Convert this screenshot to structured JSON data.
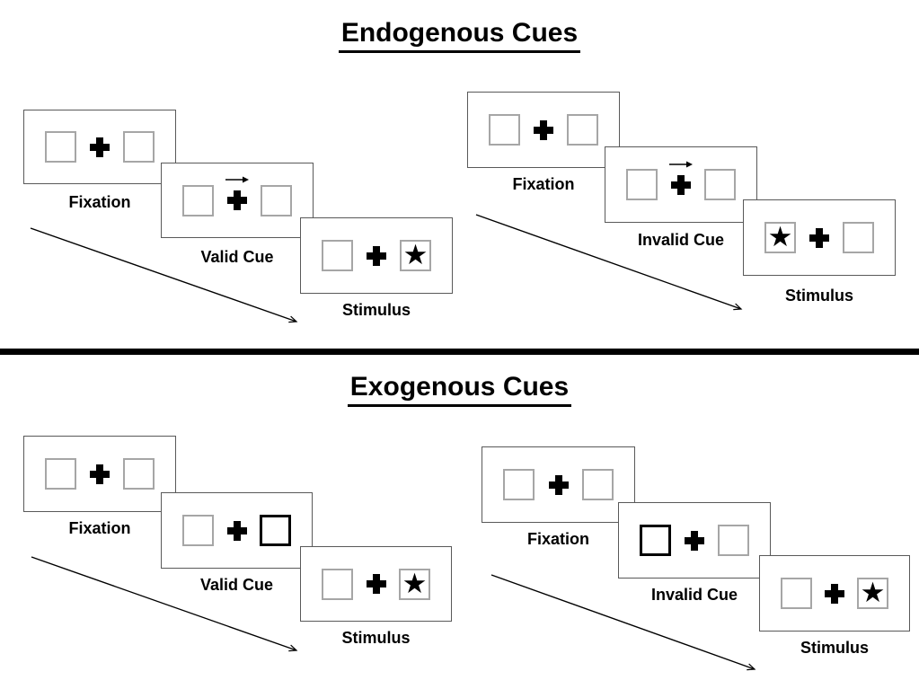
{
  "glyphs": {
    "star": "★"
  },
  "colors": {
    "ink": "#000000",
    "panel_border": "#595959",
    "box_border": "#a6a6a6",
    "background": "#ffffff"
  },
  "sections": [
    {
      "title": "Endogenous Cues",
      "groups": [
        {
          "name": "valid",
          "panels": [
            {
              "label": "Fixation",
              "left_box": "empty",
              "center": "plus",
              "right_box": "empty"
            },
            {
              "label": "Valid Cue",
              "left_box": "empty",
              "center": "plus-with-right-arrow",
              "right_box": "empty"
            },
            {
              "label": "Stimulus",
              "left_box": "empty",
              "center": "plus",
              "right_box": "star"
            }
          ]
        },
        {
          "name": "invalid",
          "panels": [
            {
              "label": "Fixation",
              "left_box": "empty",
              "center": "plus",
              "right_box": "empty"
            },
            {
              "label": "Invalid Cue",
              "left_box": "empty",
              "center": "plus-with-right-arrow",
              "right_box": "empty"
            },
            {
              "label": "Stimulus",
              "left_box": "star",
              "center": "plus",
              "right_box": "empty"
            }
          ]
        }
      ]
    },
    {
      "title": "Exogenous Cues",
      "groups": [
        {
          "name": "valid",
          "panels": [
            {
              "label": "Fixation",
              "left_box": "empty",
              "center": "plus",
              "right_box": "empty"
            },
            {
              "label": "Valid Cue",
              "left_box": "empty",
              "center": "plus",
              "right_box": "highlighted"
            },
            {
              "label": "Stimulus",
              "left_box": "empty",
              "center": "plus",
              "right_box": "star"
            }
          ]
        },
        {
          "name": "invalid",
          "panels": [
            {
              "label": "Fixation",
              "left_box": "empty",
              "center": "plus",
              "right_box": "empty"
            },
            {
              "label": "Invalid Cue",
              "left_box": "highlighted",
              "center": "plus",
              "right_box": "empty"
            },
            {
              "label": "Stimulus",
              "left_box": "empty",
              "center": "plus",
              "right_box": "star"
            }
          ]
        }
      ]
    }
  ]
}
